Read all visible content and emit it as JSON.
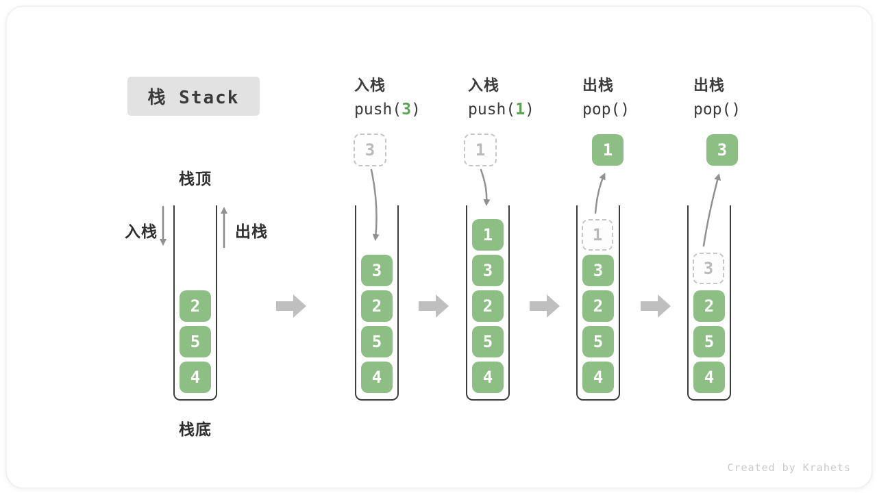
{
  "title": "栈 Stack",
  "watermark": "Created by Krahets",
  "colors": {
    "box_green": "#8dbe83",
    "code_arg_green": "#5aa352",
    "curve_arrow_gray": "#919191",
    "block_arrow_gray": "#bfbfbf",
    "dashed_gray": "#c6c6c6",
    "label_dark": "#2f2f2f",
    "title_bg": "#e2e2e2",
    "watermark_gray": "#c9c9c9"
  },
  "stack_labels": {
    "top": "栈顶",
    "bottom": "栈底",
    "push": "入栈",
    "pop": "出栈"
  },
  "operations": [
    {
      "label": "入栈",
      "code_pre": "push(",
      "code_arg": "3",
      "code_post": ")"
    },
    {
      "label": "入栈",
      "code_pre": "push(",
      "code_arg": "1",
      "code_post": ")"
    },
    {
      "label": "出栈",
      "code_pre": "pop(",
      "code_arg": "",
      "code_post": ")"
    },
    {
      "label": "出栈",
      "code_pre": "pop(",
      "code_arg": "",
      "code_post": ")"
    }
  ],
  "stacks": [
    {
      "values": [
        "2",
        "5",
        "4"
      ]
    },
    {
      "values": [
        "3",
        "2",
        "5",
        "4"
      ]
    },
    {
      "values": [
        "1",
        "3",
        "2",
        "5",
        "4"
      ]
    },
    {
      "values": [
        "3",
        "2",
        "5",
        "4"
      ]
    },
    {
      "values": [
        "2",
        "5",
        "4"
      ]
    }
  ],
  "floats": [
    {
      "value": "3",
      "style": "dashed"
    },
    {
      "value": "1",
      "style": "dashed"
    },
    {
      "value": "1",
      "style": "solid"
    },
    {
      "value": "3",
      "style": "solid"
    }
  ],
  "ghosts": [
    {
      "value": "1"
    },
    {
      "value": "3"
    }
  ]
}
